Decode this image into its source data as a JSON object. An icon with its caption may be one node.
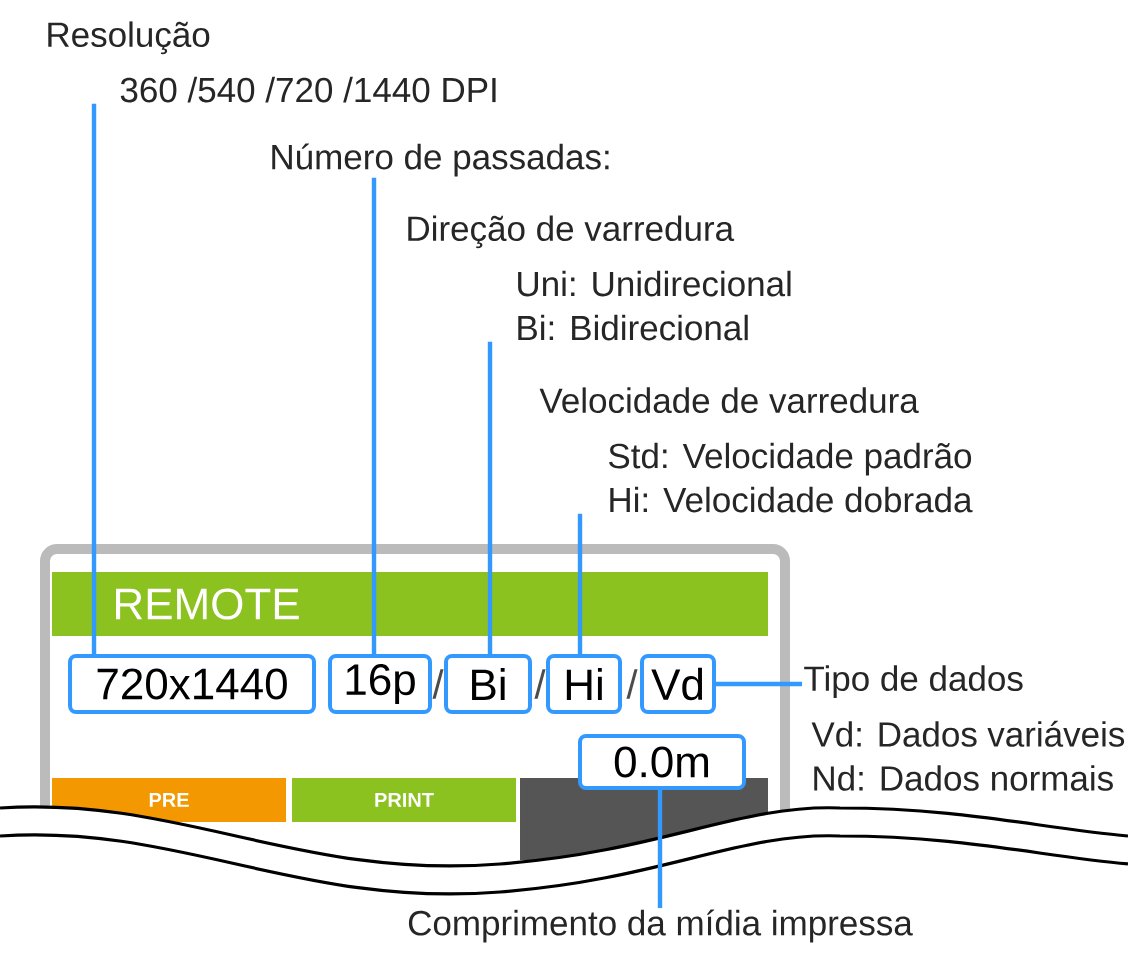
{
  "diagram": {
    "nodes": [
      {
        "text": [
          "REMOTE"
        ]
      },
      {
        "text": [
          "720x1440"
        ],
        "in": 0
      },
      {
        "text": [
          "16p"
        ],
        "in": 0
      },
      {
        "text": [
          "Bi"
        ],
        "in": 0
      },
      {
        "text": [
          "Hi"
        ],
        "in": 0
      },
      {
        "text": [
          "Vd"
        ],
        "in": 0
      },
      {
        "text": [
          "0.0m"
        ],
        "in": 0
      },
      {
        "text": [
          "PRE"
        ],
        "in": 0
      },
      {
        "text": [
          "PRINT"
        ],
        "in": 0
      },
      {
        "text": [
          "Resolução",
          "360 /540 /720 /1440 DPI"
        ]
      },
      {
        "text": [
          "Número de passadas:"
        ]
      },
      {
        "text": [
          "Direção de varredura",
          "Uni: Unidirecional Bi: Bidirecional"
        ]
      },
      {
        "text": [
          "Velocidade de varredura",
          "Std: Velocidade padrão Hi: Velocidade dobrada"
        ]
      },
      {
        "text": [
          "Tipo de dados",
          "Vd: Dados variáveis Nd: Dados normais"
        ]
      },
      {
        "text": [
          "Comprimento da mídia impressa"
        ]
      }
    ],
    "edges": [
      {
        "from": 9,
        "to": 1,
        "arrow": "none"
      },
      {
        "from": 10,
        "to": 2,
        "arrow": "none"
      },
      {
        "from": 11,
        "to": 3,
        "arrow": "none"
      },
      {
        "from": 12,
        "to": 4,
        "arrow": "none"
      },
      {
        "from": 13,
        "to": 5,
        "arrow": "none"
      },
      {
        "from": 14,
        "to": 6,
        "arrow": "none"
      }
    ],
    "labels": [
      "/",
      "/",
      "/"
    ]
  }
}
